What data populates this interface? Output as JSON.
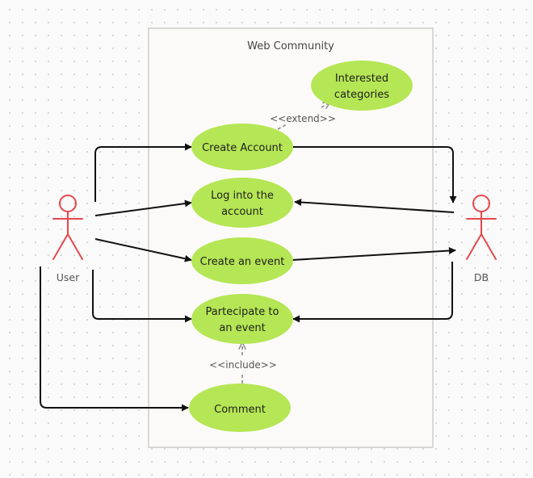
{
  "system": {
    "title": "Web Community"
  },
  "actors": {
    "user": "User",
    "db": "DB"
  },
  "use_cases": {
    "interested_categories": [
      "Interested",
      "categories"
    ],
    "create_account": [
      "Create Account"
    ],
    "log_into_account": [
      "Log into the",
      "account"
    ],
    "create_event": [
      "Create an event"
    ],
    "participate_event": [
      "Partecipate to",
      "an event"
    ],
    "comment": [
      "Comment"
    ]
  },
  "stereotypes": {
    "extend": "<<extend>>",
    "include": "<<include>>"
  },
  "colors": {
    "use_case_fill": "#b5e655",
    "actor_stroke": "#e5484d",
    "arrow": "#111111",
    "dashed_arrow": "#777777",
    "system_border": "#cccccc",
    "system_fill": "#fbfaf8"
  }
}
